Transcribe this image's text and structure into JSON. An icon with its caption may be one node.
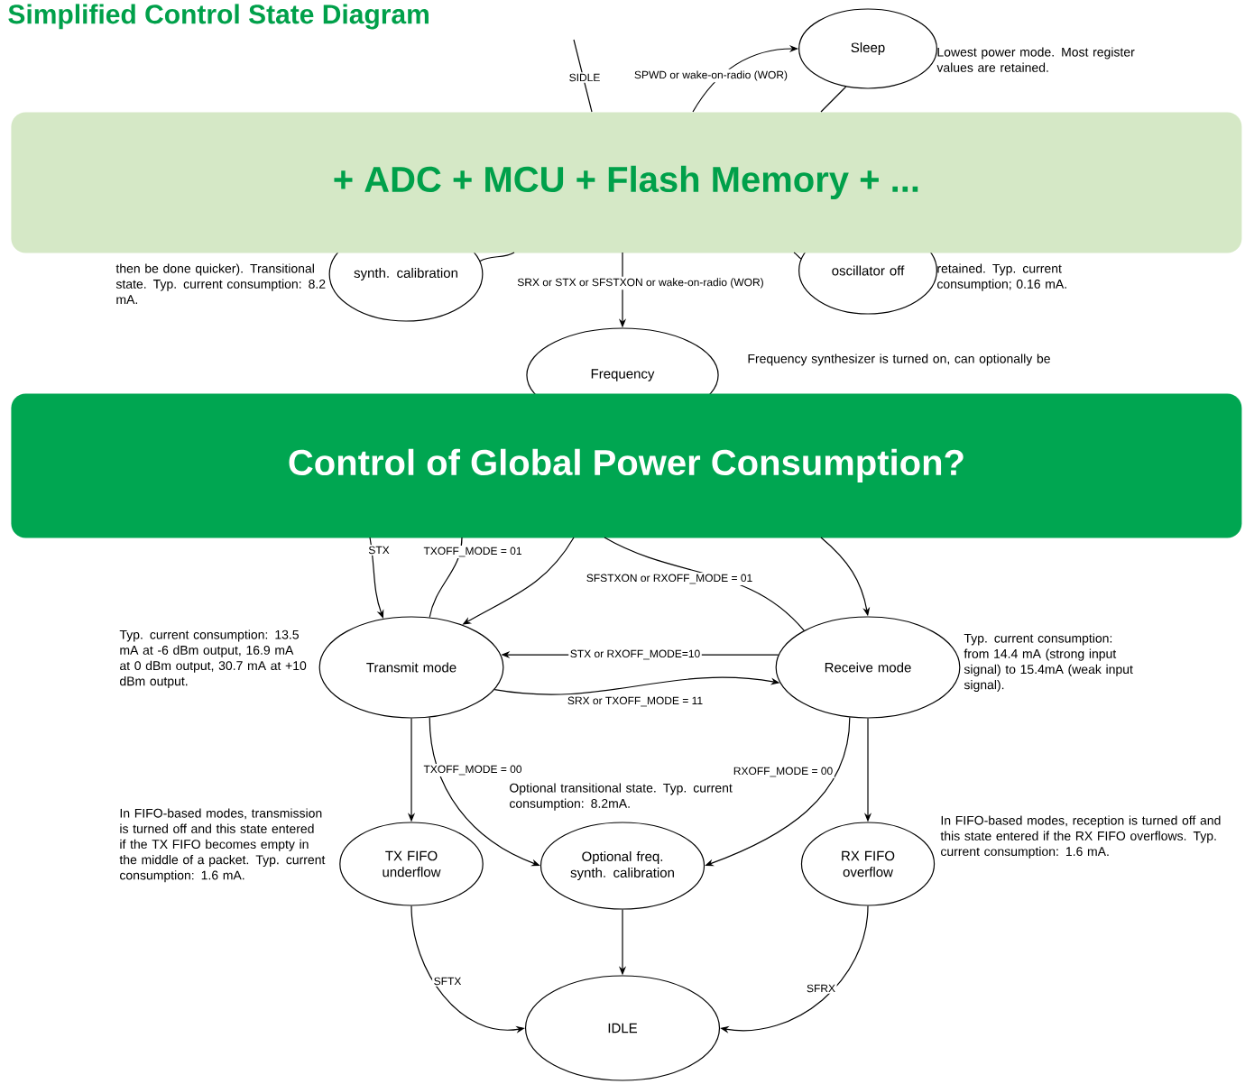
{
  "diagram": {
    "title": "Simplified Control State Diagram",
    "nodes": [
      {
        "text": [
          "Sleep"
        ],
        "beside": [
          "Lowest power mode. Most register values are retained."
        ]
      },
      {
        "text": [
          "synth. calibration"
        ],
        "beside": [
          "then be done quicker). Transitional state. Typ. current consumption: 8.2 mA."
        ]
      },
      {
        "text": [
          "oscillator off"
        ],
        "beside": [
          "retained. Typ. current consumption; 0.16 mA."
        ]
      },
      {
        "text": [
          "Frequency"
        ],
        "beside": [
          "Frequency synthesizer is turned on, can optionally be"
        ]
      },
      {
        "text": [
          "Transmit mode"
        ],
        "beside": [
          "Typ. current consumption: 13.5 mA at -6 dBm output, 16.9 mA at 0 dBm output, 30.7 mA at +10 dBm output."
        ]
      },
      {
        "text": [
          "Receive mode"
        ],
        "beside": [
          "Typ. current consumption: from 14.4 mA (strong input signal) to 15.4mA (weak input signal)."
        ]
      },
      {
        "text": [
          "TX FIFO underflow"
        ],
        "beside": [
          "In FIFO-based modes, transmission is turned off and this state entered if the TX FIFO becomes empty in the middle of a packet. Typ. current consumption: 1.6 mA."
        ]
      },
      {
        "text": [
          "Optional freq. synth. calibration"
        ],
        "beside": [
          "Optional transitional state. Typ. current consumption: 8.2mA."
        ]
      },
      {
        "text": [
          "RX FIFO overflow"
        ],
        "beside": [
          "In FIFO-based modes, reception is turned off and this state entered if the RX FIFO overflows. Typ. current consumption: 1.6 mA."
        ]
      },
      {
        "text": [
          "IDLE"
        ]
      },
      {
        "text": [
          "+ ADC + MCU + Flash Memory + ..."
        ]
      },
      {
        "text": [
          "Control of Global Power Consumption?"
        ]
      }
    ],
    "edges": [
      {
        "from": null,
        "to": 10,
        "arrow": "none",
        "label": "SIDLE"
      },
      {
        "from": 10,
        "to": 0,
        "arrow": "to",
        "label": "SPWD or wake-on-radio (WOR)"
      },
      {
        "from": 0,
        "to": 10,
        "arrow": "none"
      },
      {
        "from": 10,
        "to": 3,
        "arrow": "to",
        "label": "SRX or STX or SFSTXON or wake-on-radio (WOR)"
      },
      {
        "from": 1,
        "to": 10,
        "arrow": "none"
      },
      {
        "from": 2,
        "to": 10,
        "arrow": "none"
      },
      {
        "from": 11,
        "to": 4,
        "arrow": "to",
        "label": "STX"
      },
      {
        "from": 4,
        "to": 11,
        "arrow": "none",
        "label": "TXOFF_MODE = 01"
      },
      {
        "from": 11,
        "to": 4,
        "arrow": "to"
      },
      {
        "from": 5,
        "to": 11,
        "arrow": "none",
        "label": "SFSTXON or RXOFF_MODE = 01"
      },
      {
        "from": 11,
        "to": 5,
        "arrow": "to"
      },
      {
        "from": 5,
        "to": 4,
        "arrow": "to",
        "label": "STX or RXOFF_MODE=10"
      },
      {
        "from": 4,
        "to": 5,
        "arrow": "to",
        "label": "SRX or TXOFF_MODE = 11"
      },
      {
        "from": 4,
        "to": 6,
        "arrow": "to"
      },
      {
        "from": 4,
        "to": 7,
        "arrow": "to",
        "label": "TXOFF_MODE = 00"
      },
      {
        "from": 5,
        "to": 7,
        "arrow": "to",
        "label": "RXOFF_MODE = 00"
      },
      {
        "from": 5,
        "to": 8,
        "arrow": "to"
      },
      {
        "from": 6,
        "to": 9,
        "arrow": "to",
        "label": "SFTX"
      },
      {
        "from": 7,
        "to": 9,
        "arrow": "to"
      },
      {
        "from": 8,
        "to": 9,
        "arrow": "to",
        "label": "SFRX"
      }
    ]
  }
}
